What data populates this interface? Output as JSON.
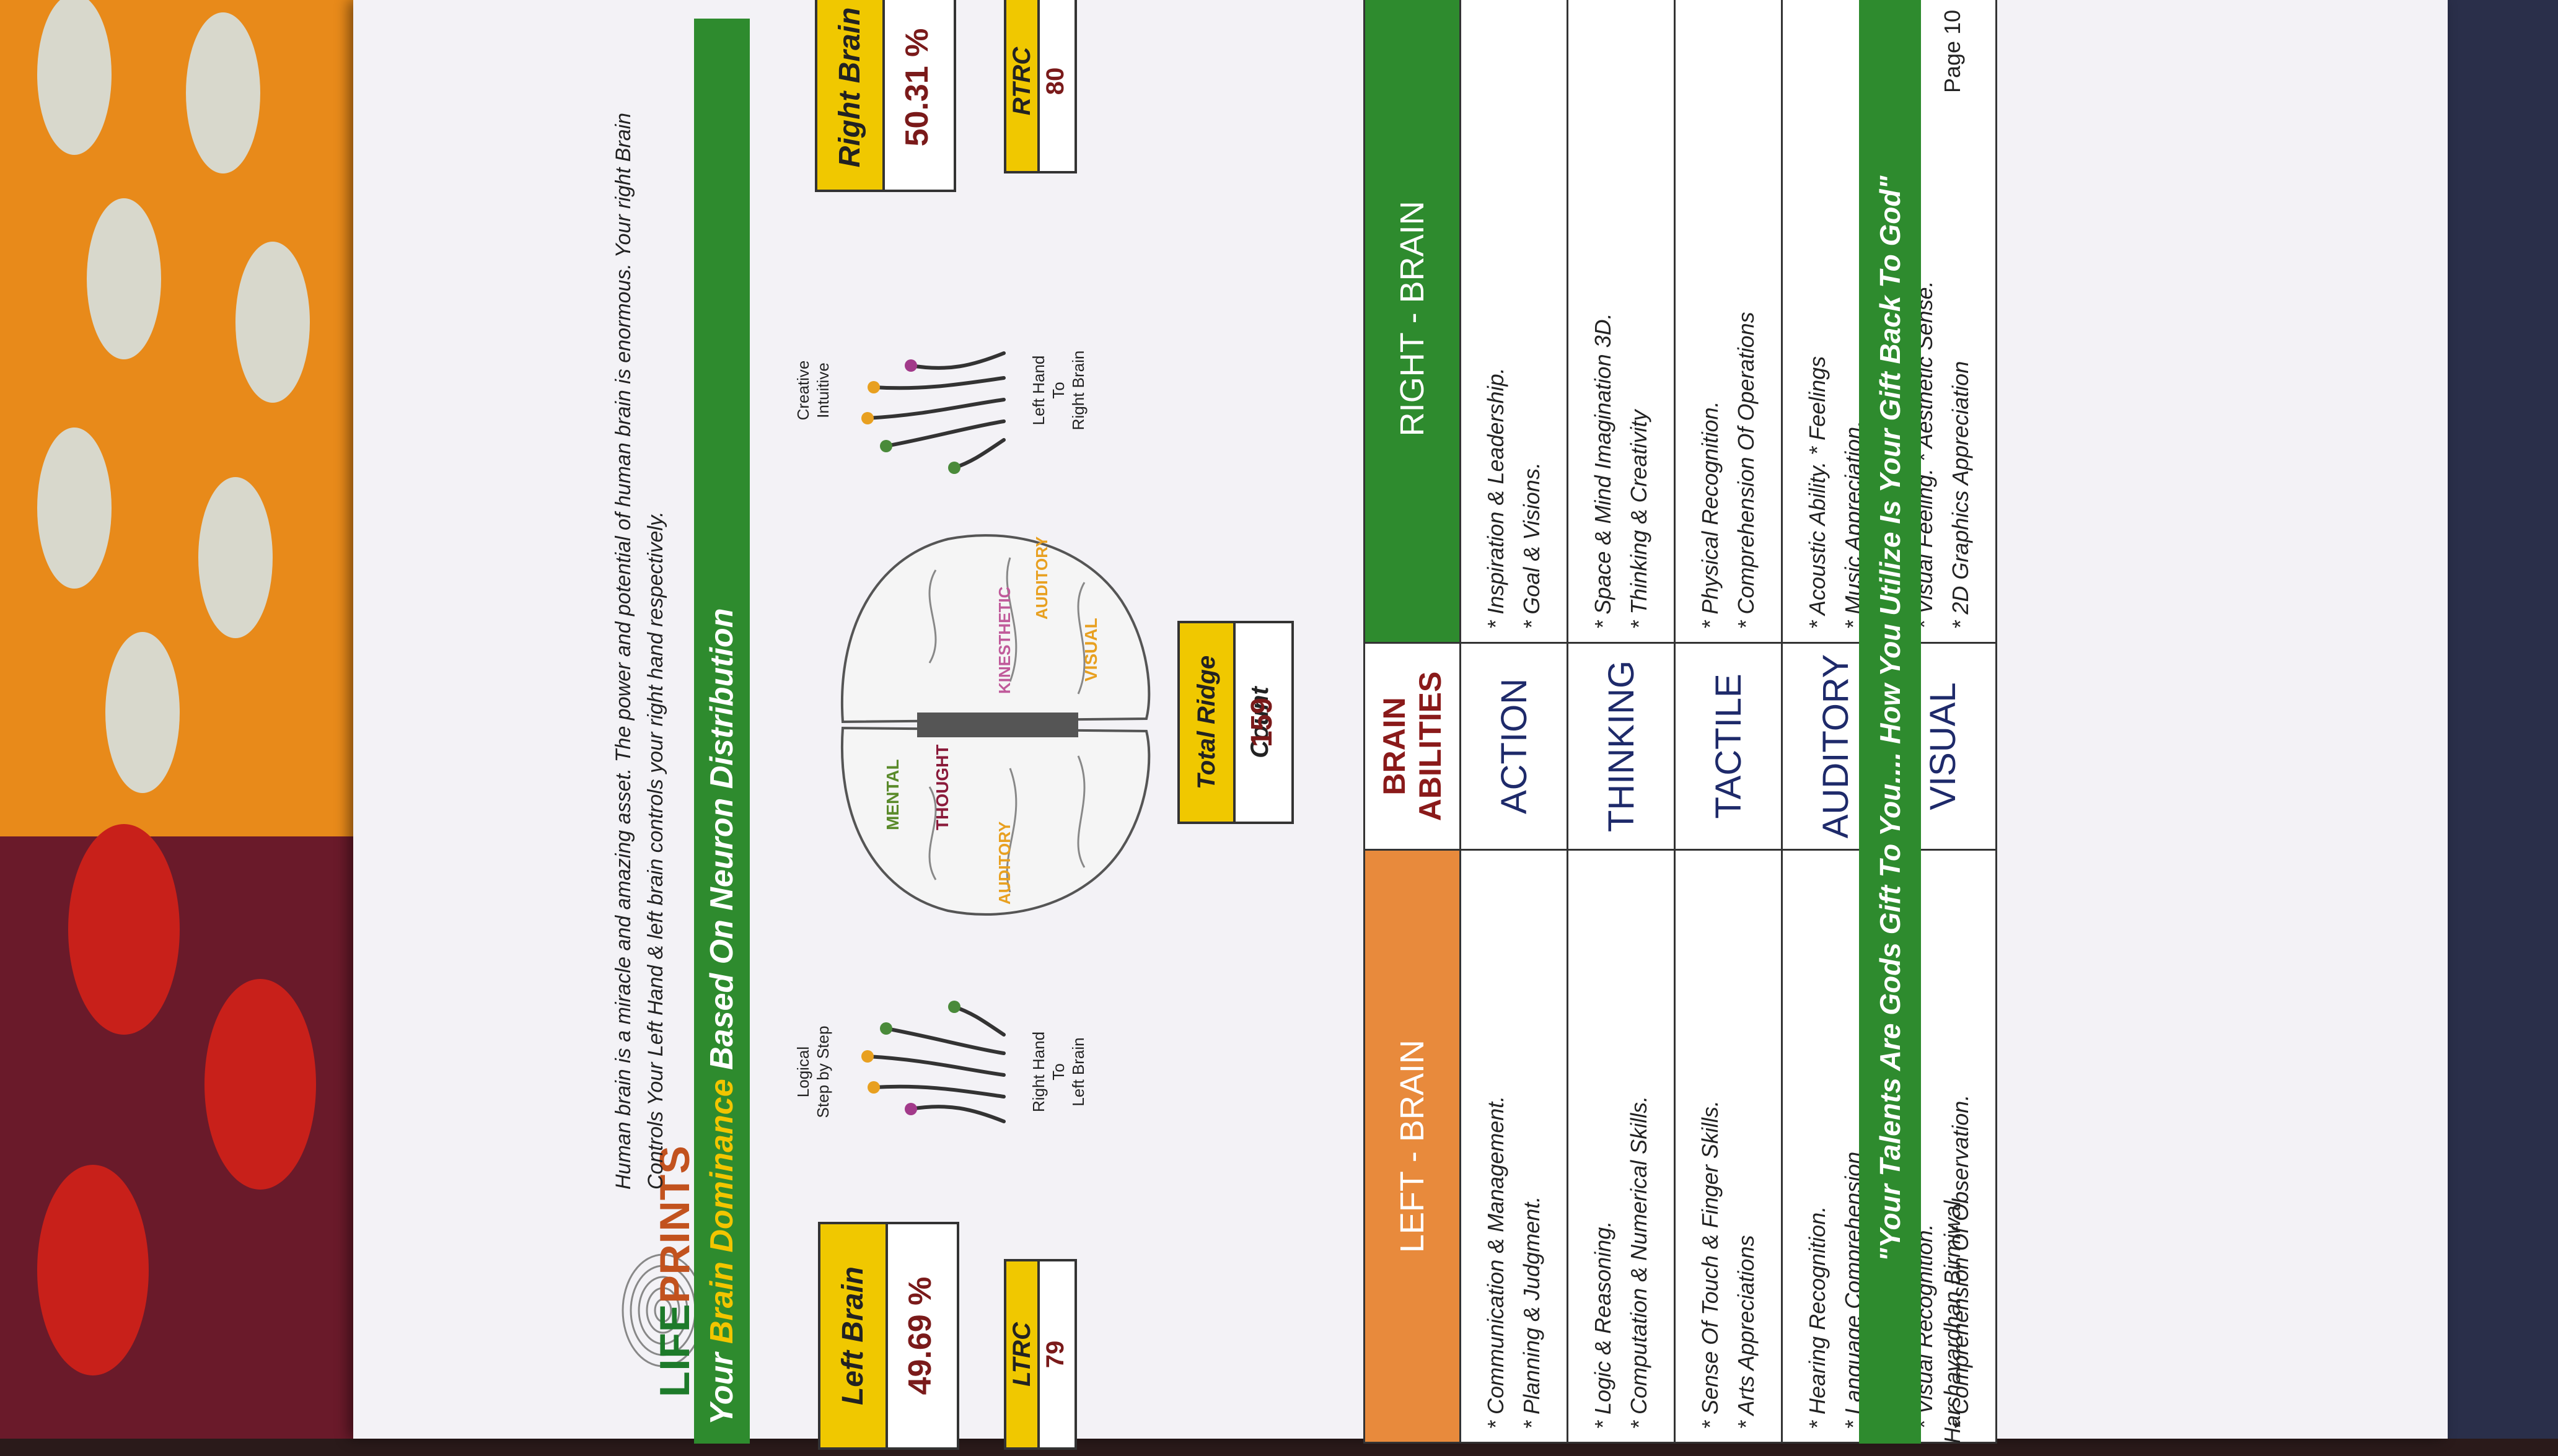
{
  "logo": {
    "part1": "LIFE",
    "part2": "PRINTS"
  },
  "intro": "Human brain is a miracle and amazing asset. The power and potential of human brain is enormous. Your right Brain Controls Your Left  Hand &  left brain controls your right  hand respectively.",
  "banner": {
    "prefix": "Your",
    "highlight": "Brain Dominance",
    "suffix": "Based On Neuron Distribution"
  },
  "left_brain": {
    "label": "Left Brain",
    "percent": "49.69 %"
  },
  "right_brain": {
    "label": "Right Brain",
    "percent": "50.31 %"
  },
  "ltrc": {
    "label": "LTRC",
    "value": "79"
  },
  "rtrc": {
    "label": "RTRC",
    "value": "80"
  },
  "diagram": {
    "left_top": "Logical\nStep by Step",
    "left_bottom": "Right Hand\nTo\nLeft Brain",
    "right_top": "Creative\nIntuitive",
    "right_bottom": "Left Hand\nTo\nRight Brain",
    "brain_labels": [
      "MENTAL",
      "THOUGHT",
      "AUDITORY",
      "KINESTHETIC",
      "VISUAL",
      "AUDITORY"
    ]
  },
  "total_ridge": {
    "label": "Total Ridge Count",
    "value": "159"
  },
  "table": {
    "left_header": "LEFT - BRAIN",
    "mid_header": "BRAIN\nABILITIES",
    "right_header": "RIGHT - BRAIN",
    "rows": [
      {
        "left": [
          "* Communication & Management.",
          "* Planning & Judgment."
        ],
        "ability": "ACTION",
        "right": [
          "* Inspiration & Leadership.",
          "* Goal & Visions."
        ]
      },
      {
        "left": [
          "* Logic & Reasoning.",
          "* Computation & Numerical Skills."
        ],
        "ability": "THINKING",
        "right": [
          "* Space & Mind Imagination 3D.",
          "* Thinking & Creativity"
        ]
      },
      {
        "left": [
          "* Sense Of Touch & Finger Skills.",
          "* Arts Appreciations"
        ],
        "ability": "TACTILE",
        "right": [
          "* Physical Recognition.",
          "* Comprehension Of Operations"
        ]
      },
      {
        "left": [
          "* Hearing Recognition.",
          "* Language Comprehension"
        ],
        "ability": "AUDITORY",
        "right": [
          "* Acoustic Ability. * Feelings",
          "* Music Appreciation."
        ]
      },
      {
        "left": [
          "* Visual Recognition.",
          "* Comprehension Of Observation."
        ],
        "ability": "VISUAL",
        "right": [
          "* Visual Feeling. * Aesthetic Sense.",
          "* 2D Graphics Appreciation"
        ]
      }
    ]
  },
  "quote": "\"Your Talents Are Gods Gift To You.... How You Utilize Is Your Gift Back To God\"",
  "footer": {
    "name": "Harshavardhan Birmiwal",
    "page": "Page 10"
  },
  "colors": {
    "green": "#2e8b2e",
    "orange": "#e88a3c",
    "yellow": "#f0c800",
    "maroon": "#7a1a1a"
  }
}
